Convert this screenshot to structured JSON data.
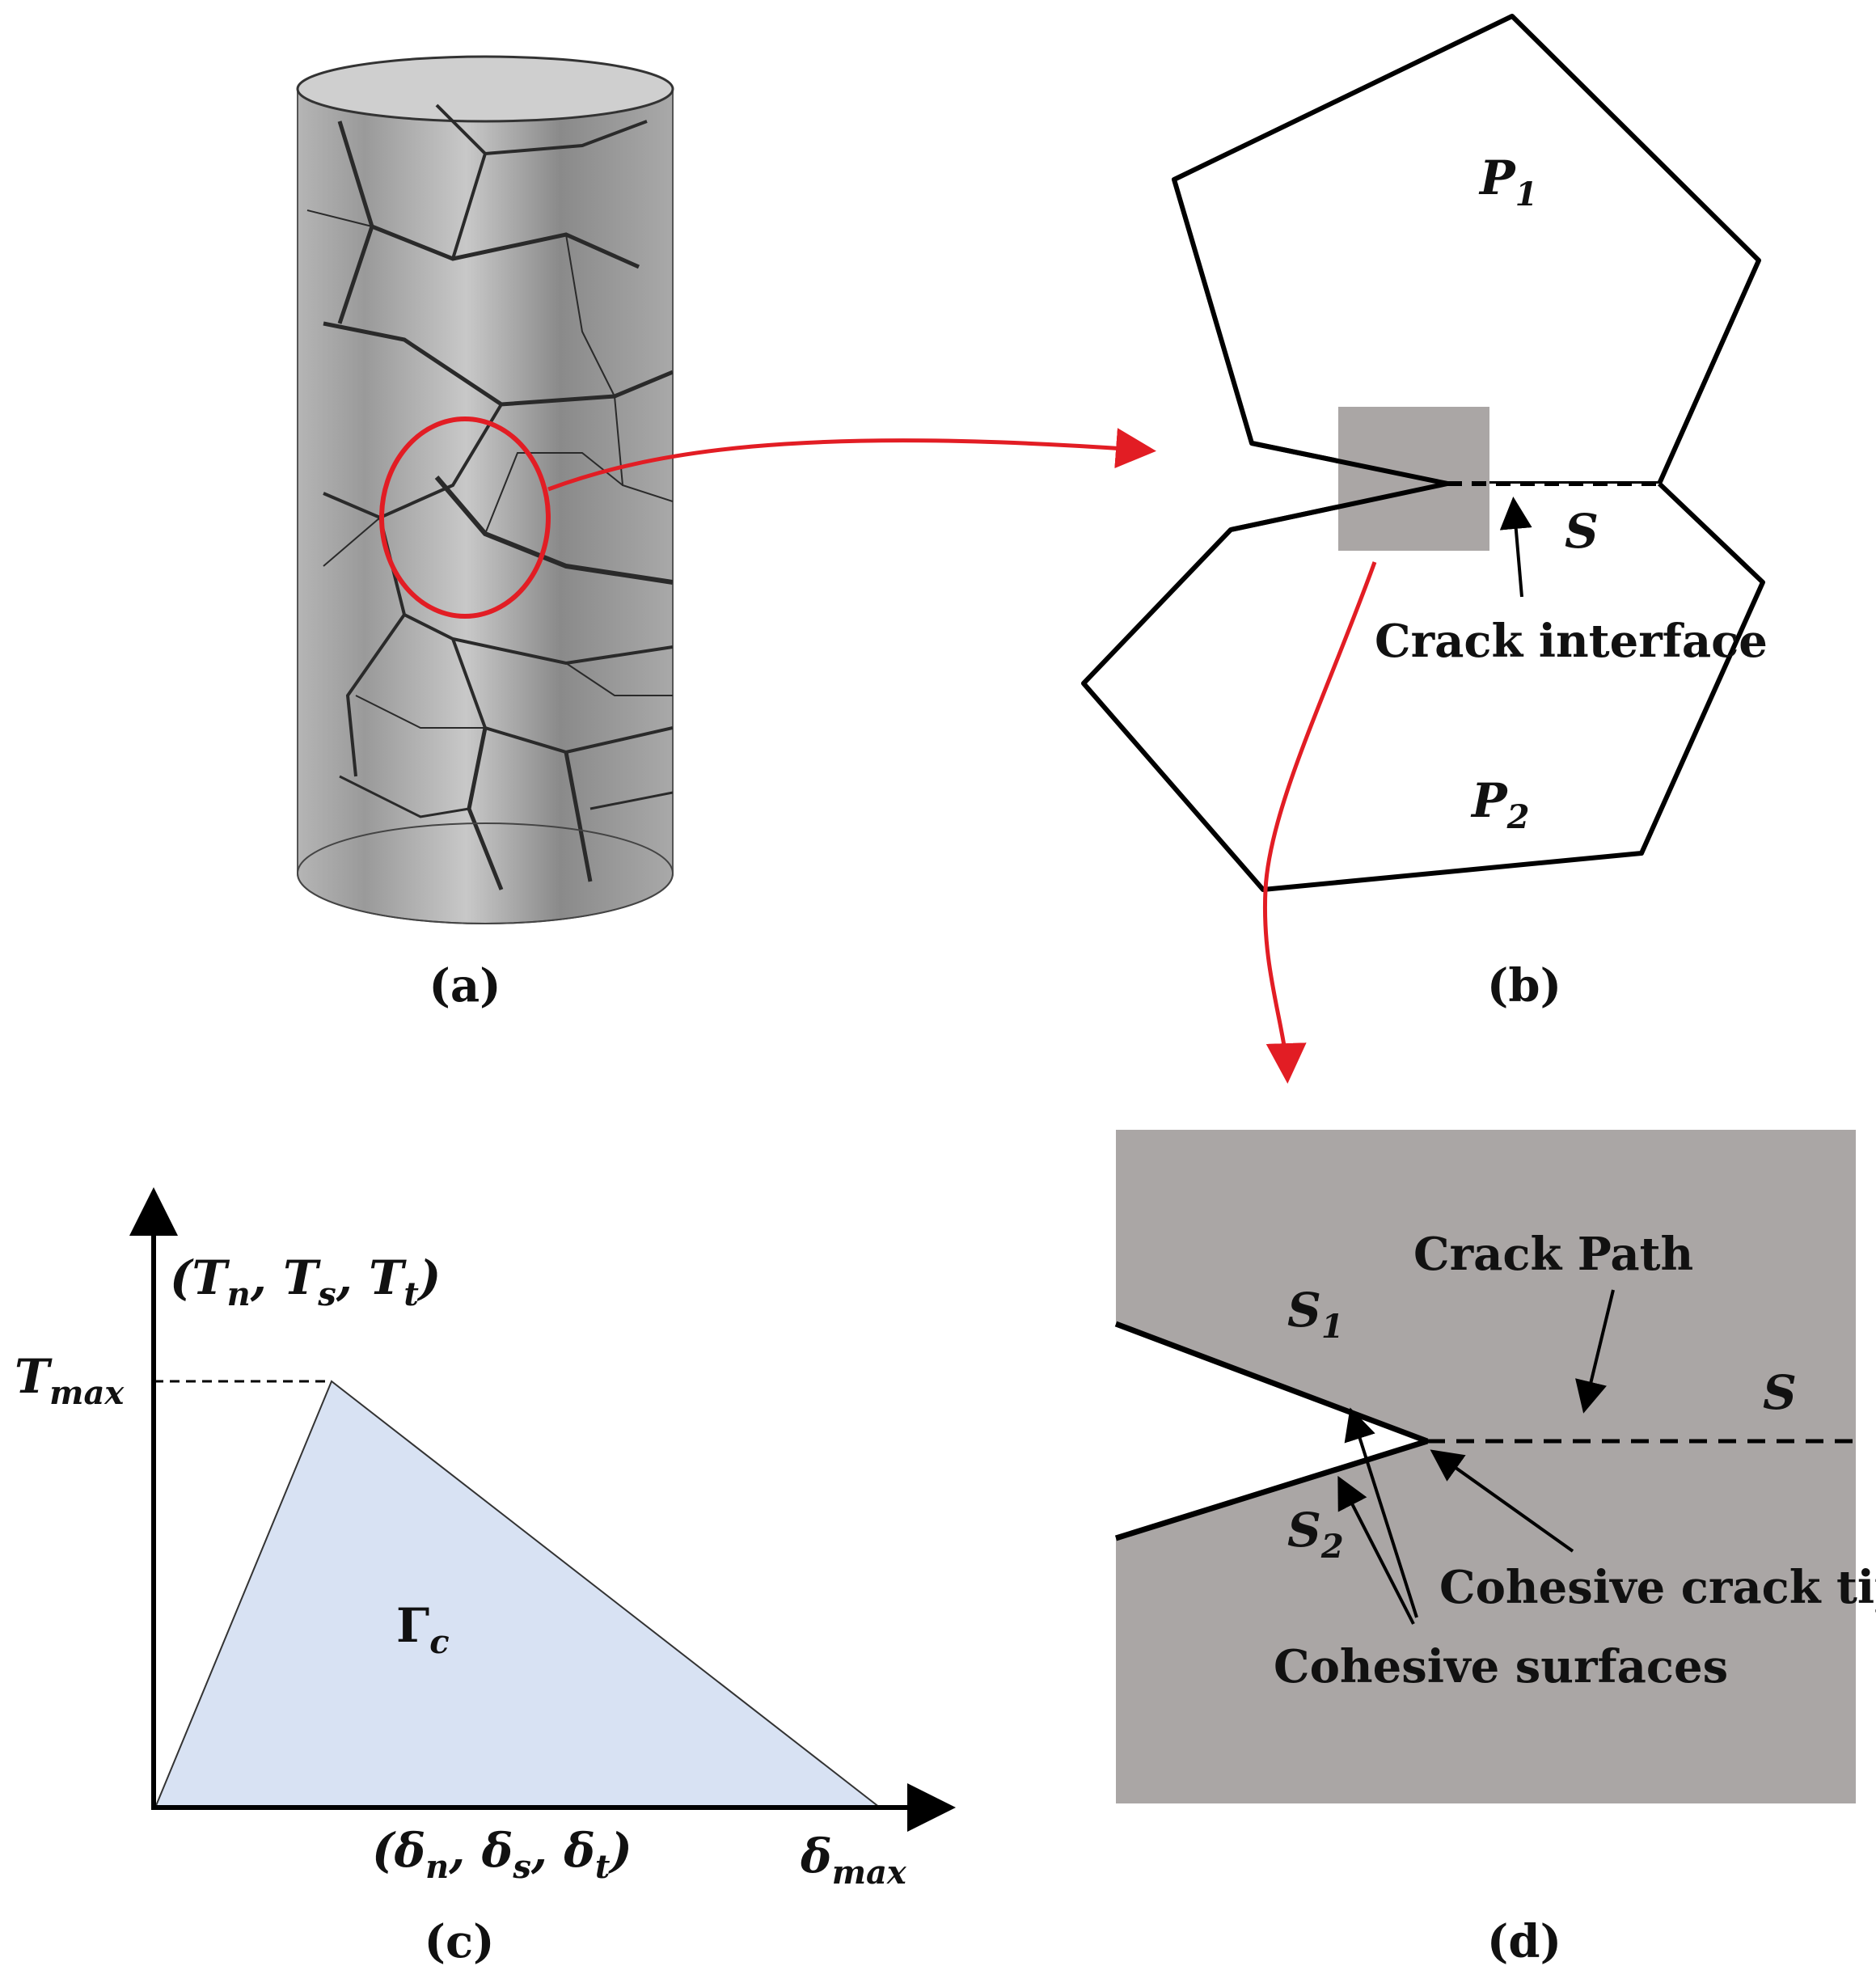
{
  "panel_a": {
    "caption": "(a)"
  },
  "panel_b": {
    "caption": "(b)",
    "grain_top_label": "P",
    "grain_top_sub": "1",
    "grain_bottom_label": "P",
    "grain_bottom_sub": "2",
    "interface_label": "S",
    "crack_interface_label": "Crack interface"
  },
  "panel_c": {
    "caption": "(c)",
    "y_axis_label": "(T",
    "y_sub_n": "n",
    "y_sep1": ", T",
    "y_sub_s": "s",
    "y_sep2": ", T",
    "y_sub_t": "t",
    "y_close": ")",
    "tmax_label": "T",
    "tmax_sub": "max",
    "x_axis_label": "(δ",
    "x_sub_n": "n",
    "x_sep1": ", δ",
    "x_sub_s": "s",
    "x_sep2": ", δ",
    "x_sub_t": "t",
    "x_close": ")",
    "dmax_label": "δ",
    "dmax_sub": "max",
    "area_label": "Γ",
    "area_sub": "c",
    "fill_color": "#d8e2f3"
  },
  "panel_d": {
    "caption": "(d)",
    "s1_label": "S",
    "s1_sub": "1",
    "s2_label": "S",
    "s2_sub": "2",
    "s_label": "S",
    "crack_path_label": "Crack Path",
    "cohesive_tip_label": "Cohesive crack tip",
    "cohesive_surfaces_label": "Cohesive surfaces",
    "background_color": "#aaa6a5"
  },
  "colors": {
    "highlight": "#e21d24",
    "cylinder": "#8e8e8e",
    "zoom_box": "#aaa6a5"
  }
}
